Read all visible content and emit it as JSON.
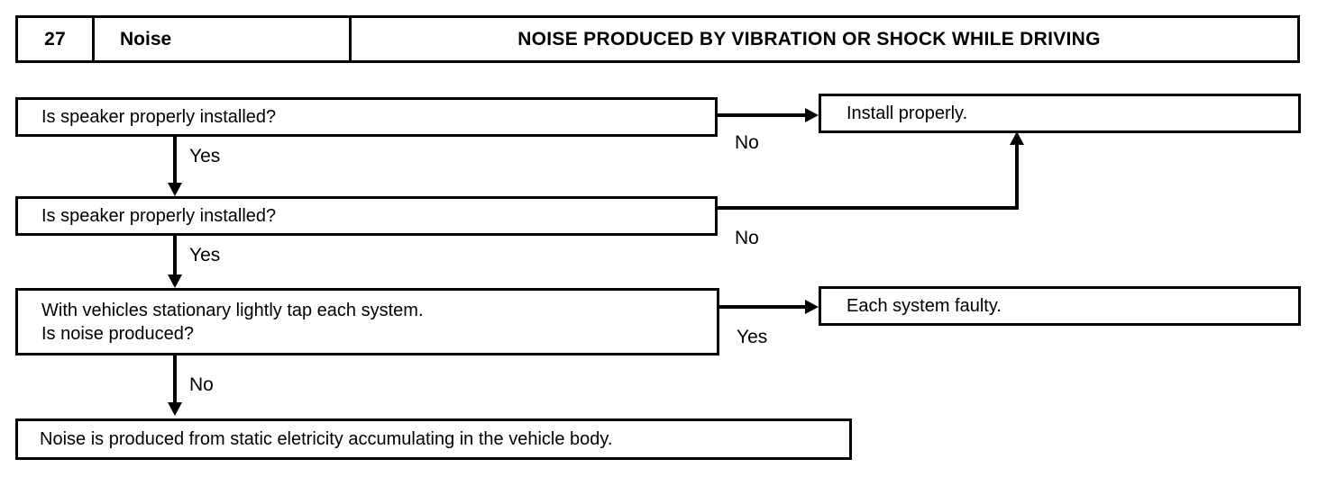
{
  "header": {
    "number": "27",
    "category": "Noise",
    "title": "NOISE PRODUCED BY VIBRATION OR SHOCK WHILE DRIVING"
  },
  "flow": {
    "q1": {
      "text": "Is speaker properly installed?"
    },
    "q2": {
      "text": "Is speaker properly installed?"
    },
    "q3": {
      "line1": "With vehicles stationary lightly tap each system.",
      "line2": "Is noise produced?"
    },
    "result1": {
      "text": "Install properly."
    },
    "result2": {
      "text": "Each system faulty."
    },
    "conclusion": {
      "text": "Noise is produced from static eletricity accumulating in the vehicle body."
    }
  },
  "labels": {
    "q1_yes": "Yes",
    "q1_no": "No",
    "q2_yes": "Yes",
    "q2_no": "No",
    "q3_yes": "Yes",
    "q3_no": "No"
  },
  "colors": {
    "ink": "#000000",
    "paper": "#ffffff"
  }
}
